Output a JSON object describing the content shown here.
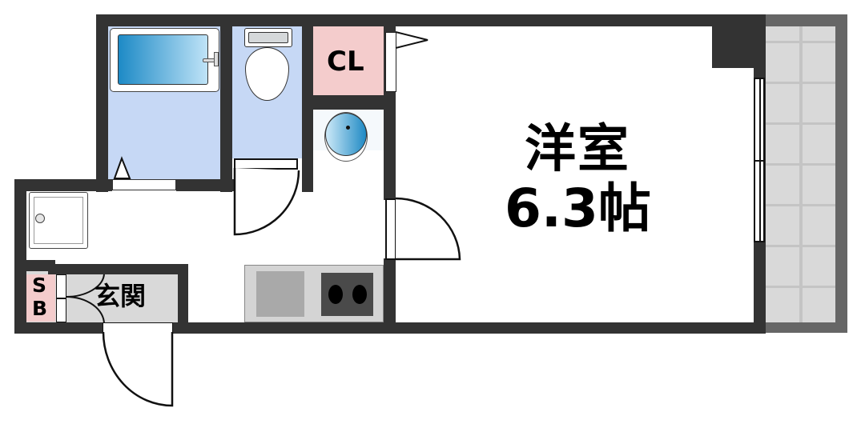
{
  "floor_plan": {
    "rooms": {
      "western_room": {
        "name": "洋室",
        "size": "6.3帖"
      },
      "closet": {
        "label": "CL"
      },
      "shoe_box": {
        "label_line1": "S",
        "label_line2": "B"
      },
      "entrance": {
        "label": "玄関"
      },
      "bathroom": {
        "label": ""
      },
      "toilet": {
        "label": ""
      },
      "washbasin": {
        "label": ""
      },
      "kitchen": {
        "label": ""
      },
      "balcony": {
        "label": ""
      }
    },
    "colors": {
      "wall": "#333333",
      "wet_area": "#c6d8f5",
      "closet": "#f4cccc",
      "entrance_floor": "#d9d9d9",
      "balcony_floor": "#d9d9d9",
      "balcony_rail": "#666666",
      "kitchen_counter": "#d4d4d4"
    }
  }
}
